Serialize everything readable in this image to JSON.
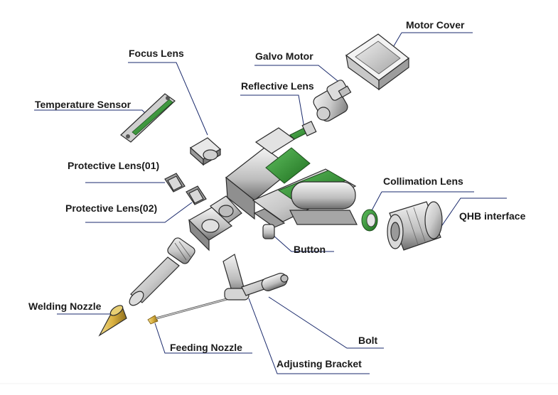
{
  "labels": {
    "motor_cover": "Motor Cover",
    "focus_lens": "Focus Lens",
    "galvo_motor": "Galvo Motor",
    "reflective_lens": "Reflective Lens",
    "temperature_sensor": "Temperature Sensor",
    "protective_lens_01": "Protective Lens(01)",
    "protective_lens_02": "Protective Lens(02)",
    "collimation_lens": "Collimation Lens",
    "qhb_interface": "QHB interface",
    "button": "Button",
    "welding_nozzle": "Welding Nozzle",
    "feeding_nozzle": "Feeding Nozzle",
    "bolt": "Bolt",
    "adjusting_bracket": "Adjusting Bracket"
  },
  "colors": {
    "leader_line": "#1a2a6c",
    "accent_green": "#2f8a2f",
    "metal_light": "#e6e6e6",
    "metal_mid": "#b8b8b8",
    "metal_dark": "#6e6e6e",
    "brass": "#d8b24a"
  }
}
